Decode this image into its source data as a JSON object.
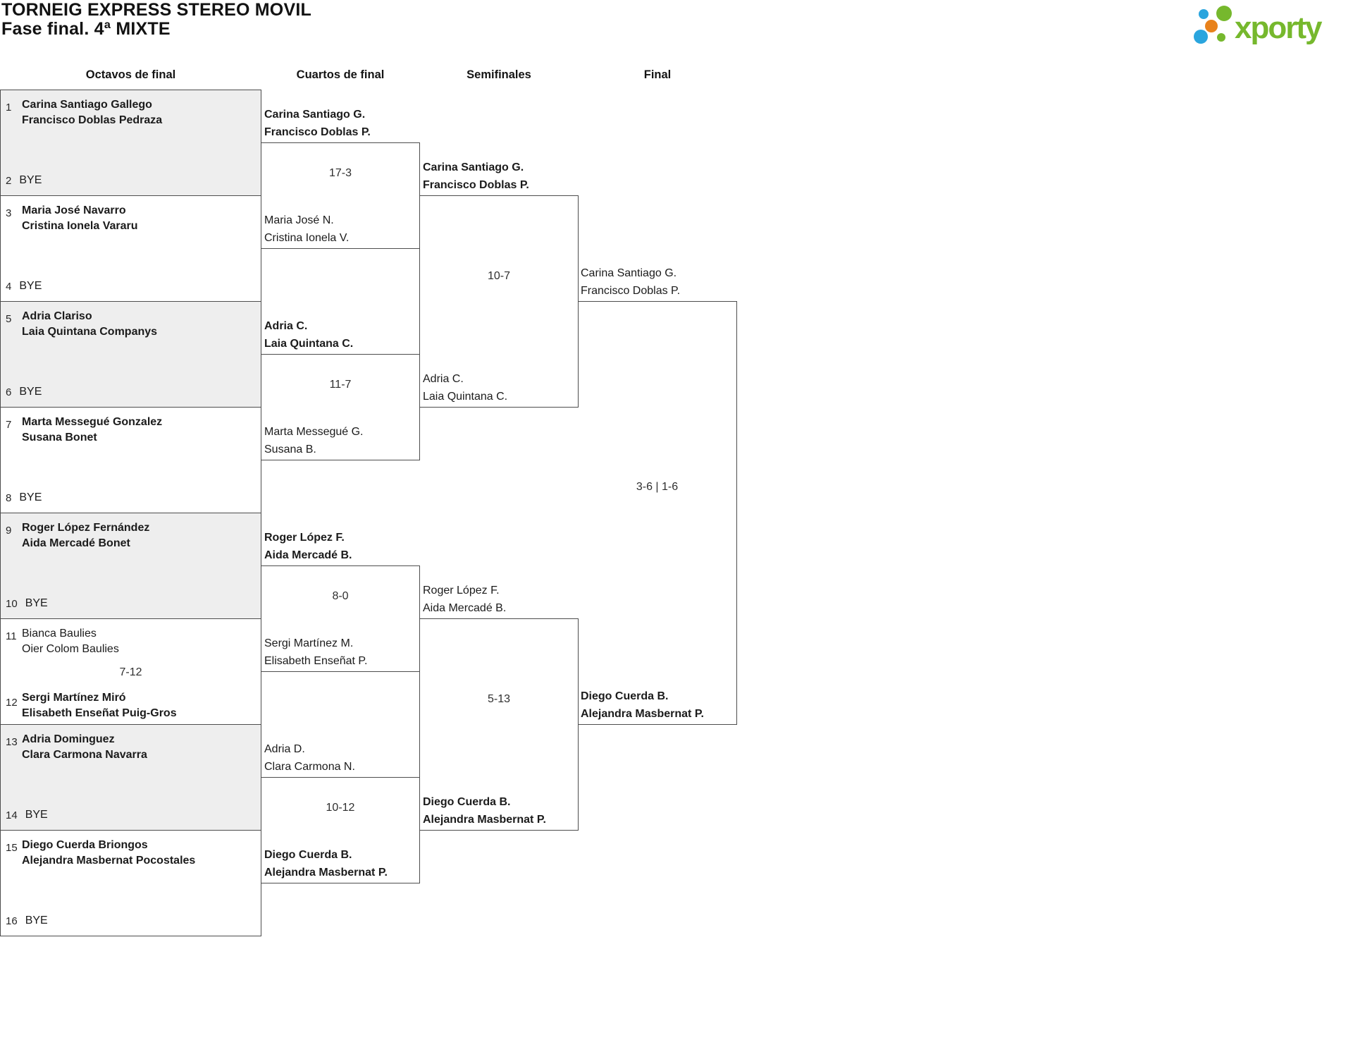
{
  "title": {
    "line1": "TORNEIG EXPRESS STEREO MOVIL",
    "line2": "Fase final. 4ª MIXTE"
  },
  "logo": {
    "wordmark": "xporty",
    "green": "#76b82d",
    "blue": "#2aa5de",
    "orange": "#e8821c"
  },
  "round_headers": {
    "octavos": "Octavos de final",
    "cuartos": "Cuartos de final",
    "semifinales": "Semifinales",
    "final": "Final"
  },
  "octavos": [
    {
      "num_top": "1",
      "top": [
        "Carina Santiago Gallego",
        "Francisco Doblas Pedraza"
      ],
      "num_bottom": "2",
      "bye": "BYE"
    },
    {
      "num_top": "3",
      "top": [
        "Maria José Navarro",
        "Cristina Ionela Vararu"
      ],
      "num_bottom": "4",
      "bye": "BYE"
    },
    {
      "num_top": "5",
      "top": [
        "Adria Clariso",
        "Laia Quintana Companys"
      ],
      "num_bottom": "6",
      "bye": "BYE"
    },
    {
      "num_top": "7",
      "top": [
        "Marta Messegué Gonzalez",
        "Susana Bonet"
      ],
      "num_bottom": "8",
      "bye": "BYE"
    },
    {
      "num_top": "9",
      "top": [
        "Roger López Fernández",
        "Aida Mercadé Bonet"
      ],
      "num_bottom": "10",
      "bye": "BYE"
    },
    {
      "num_top": "11",
      "top": [
        "Bianca Baulies",
        "Oier Colom Baulies"
      ],
      "score": "7-12",
      "num_bottom": "12",
      "bottom": [
        "Sergi Martínez Miró",
        "Elisabeth Enseñat Puig-Gros"
      ]
    },
    {
      "num_top": "13",
      "top": [
        "Adria Dominguez",
        "Clara Carmona Navarra"
      ],
      "num_bottom": "14",
      "bye": "BYE"
    },
    {
      "num_top": "15",
      "top": [
        "Diego Cuerda Briongos",
        "Alejandra Masbernat Pocostales"
      ],
      "num_bottom": "16",
      "bye": "BYE"
    }
  ],
  "cuartos": [
    {
      "top": [
        "Carina Santiago G.",
        "Francisco Doblas P."
      ],
      "score": "17-3",
      "bottom": [
        "Maria José N.",
        "Cristina Ionela V."
      ]
    },
    {
      "top": [
        "Adria C.",
        "Laia Quintana C."
      ],
      "score": "11-7",
      "bottom": [
        "Marta Messegué G.",
        "Susana B."
      ]
    },
    {
      "top": [
        "Roger López F.",
        "Aida Mercadé B."
      ],
      "score": "8-0",
      "bottom": [
        "Sergi Martínez M.",
        "Elisabeth Enseñat P."
      ]
    },
    {
      "top": [
        "Adria D.",
        "Clara Carmona N."
      ],
      "score": "10-12",
      "bottom": [
        "Diego Cuerda B.",
        "Alejandra Masbernat P."
      ]
    }
  ],
  "semifinales": [
    {
      "top": [
        "Carina Santiago G.",
        "Francisco Doblas P."
      ],
      "score": "10-7",
      "bottom": [
        "Adria C.",
        "Laia Quintana C."
      ]
    },
    {
      "top": [
        "Roger López F.",
        "Aida Mercadé B."
      ],
      "score": "5-13",
      "bottom": [
        "Diego Cuerda B.",
        "Alejandra Masbernat P."
      ]
    }
  ],
  "final": {
    "top": [
      "Carina Santiago G.",
      "Francisco Doblas P."
    ],
    "score": "3-6 | 1-6",
    "bottom": [
      "Diego Cuerda B.",
      "Alejandra Masbernat P."
    ]
  }
}
